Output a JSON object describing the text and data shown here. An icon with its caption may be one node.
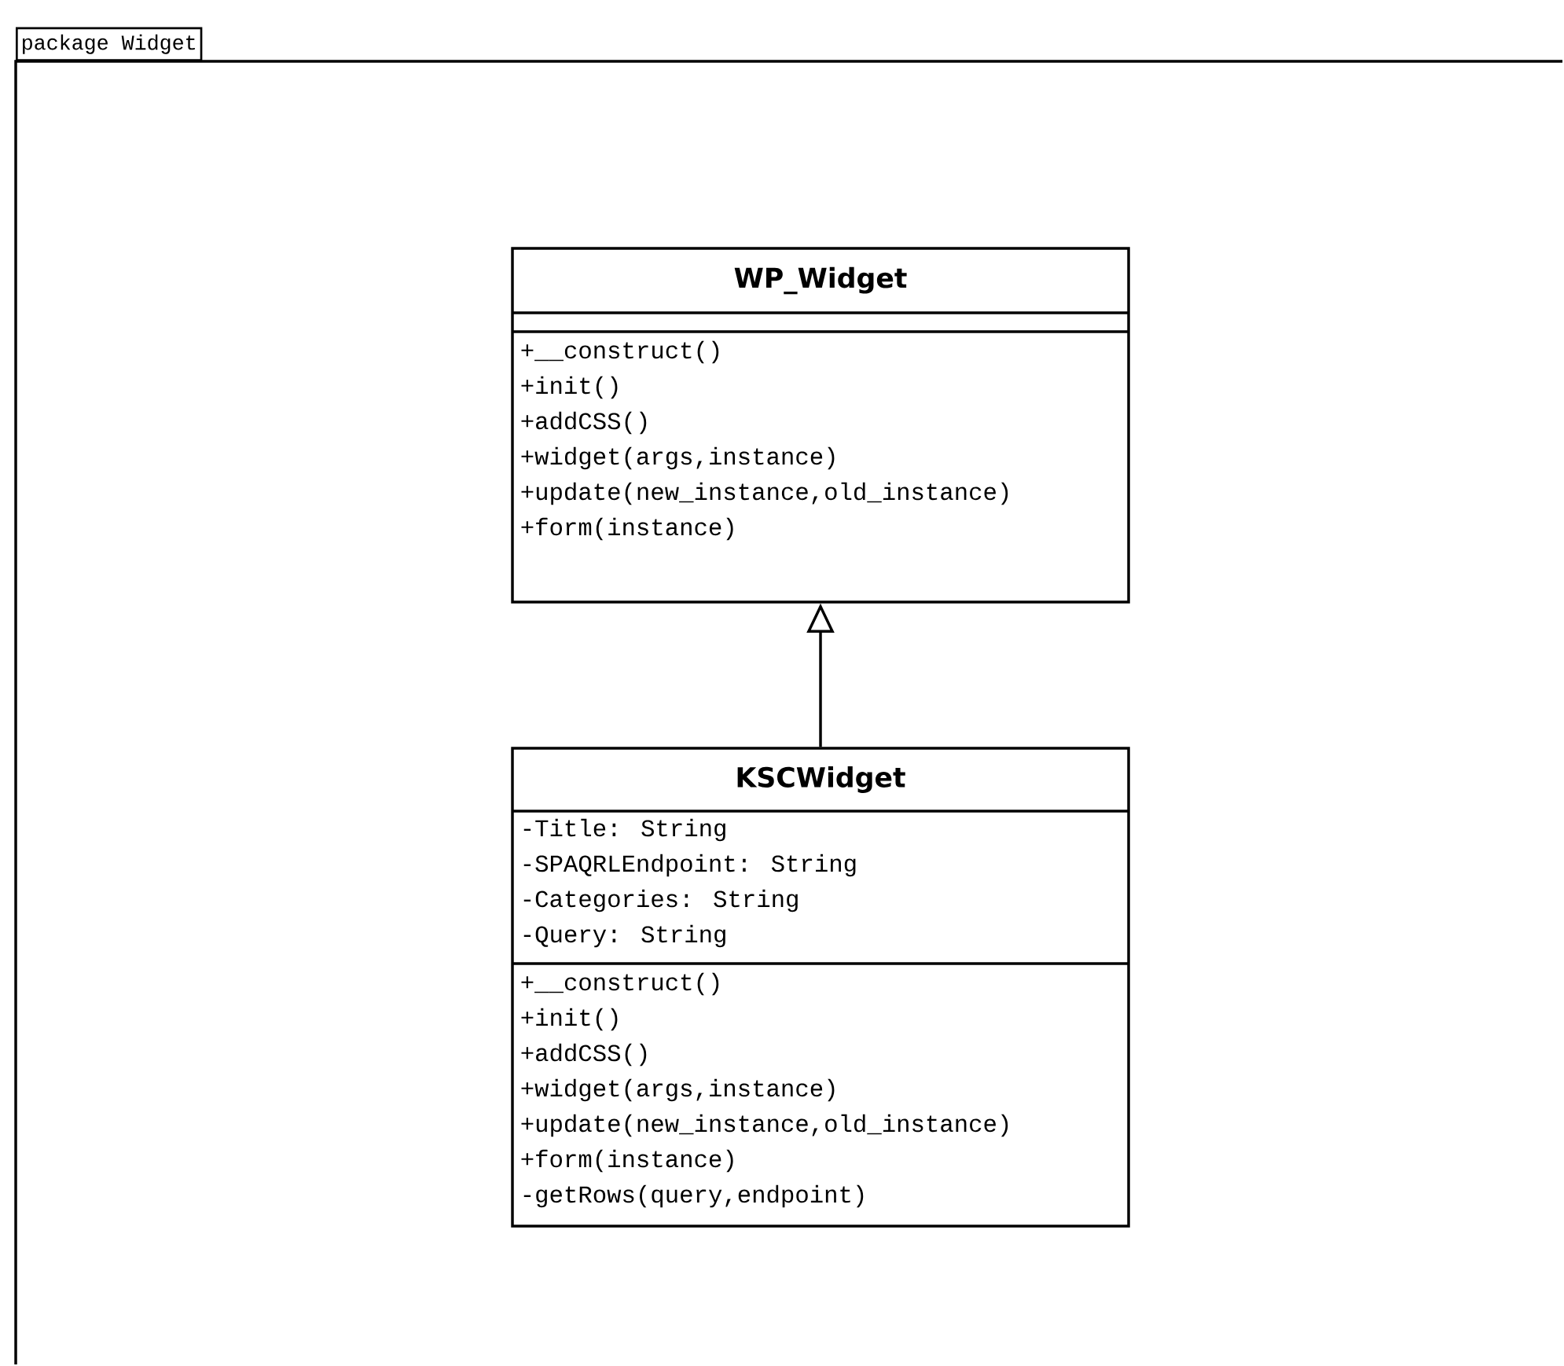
{
  "diagram": {
    "nodes": [
      {
        "text": [
          "package Widget"
        ]
      },
      {
        "text": [
          "WP_Widget",
          "+__construct()",
          "+init()",
          "+addCSS()",
          "+widget(args,instance)",
          "+update(new_instance,old_instance)",
          "+form(instance)"
        ],
        "in": 0
      },
      {
        "text": [
          "KSCWidget",
          "-Title: String",
          "-SPAQRLEndpoint: String",
          "-Categories: String",
          "-Query: String",
          "+__construct()",
          "+init()",
          "+addCSS()",
          "+widget(args,instance)",
          "+update(new_instance,old_instance)",
          "+form(instance)",
          "-getRows(query,endpoint)"
        ],
        "in": 0
      }
    ],
    "edges": [
      {
        "from": 2,
        "to": 1,
        "arrow": "to"
      }
    ]
  }
}
